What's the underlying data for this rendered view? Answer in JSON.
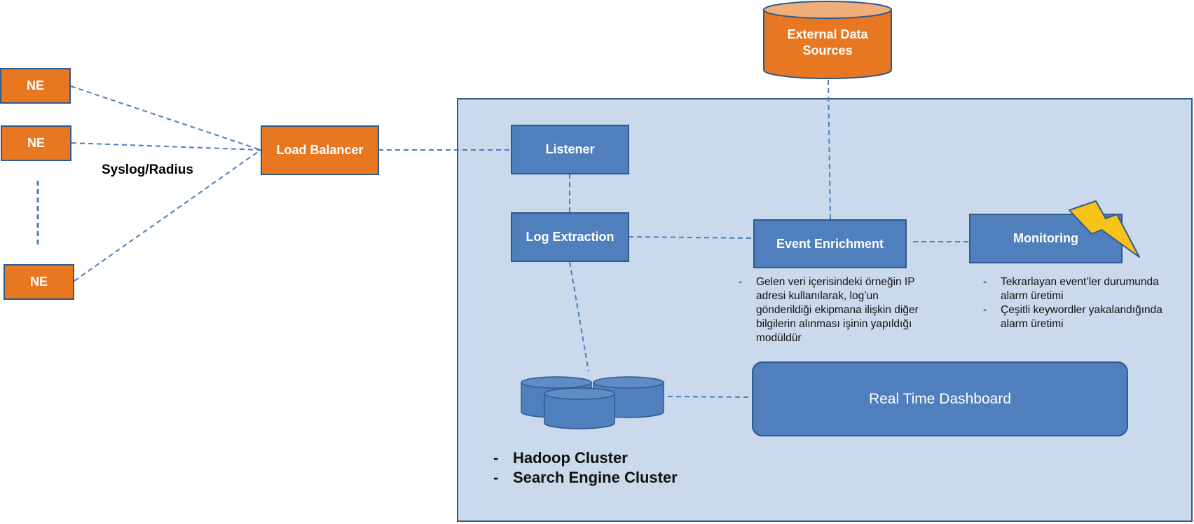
{
  "diagram": {
    "ne_nodes": [
      "NE",
      "NE",
      "NE"
    ],
    "protocol_label": "Syslog/Radius",
    "load_balancer": "Load Balancer",
    "external_sources": "External Data Sources",
    "listener": "Listener",
    "log_extraction": "Log Extraction",
    "event_enrichment": "Event Enrichment",
    "monitoring": "Monitoring",
    "dashboard": "Real Time Dashboard",
    "enrichment_notes": [
      "Gelen veri içerisindeki örneğin IP adresi kullanılarak, log’un gönderildiği ekipmana ilişkin diğer bilgilerin alınması işinin yapıldığı modüldür"
    ],
    "monitoring_notes": [
      "Tekrarlayan event’ler durumunda alarm üretimi",
      "Çeşitli keywordler yakalandığında alarm üretimi"
    ],
    "cluster_items": [
      "Hadoop Cluster",
      "Search Engine Cluster"
    ],
    "icons": {
      "database": "cylinder-database-icon",
      "cluster": "database-cluster-icon",
      "alert": "lightning-bolt-icon"
    },
    "colors": {
      "orange": "#e87722",
      "blue": "#4f7fbc",
      "panel": "#cad9ec",
      "border": "#2f5a8c",
      "connector": "#4a7cc0",
      "bolt": "#f7c21a"
    }
  }
}
